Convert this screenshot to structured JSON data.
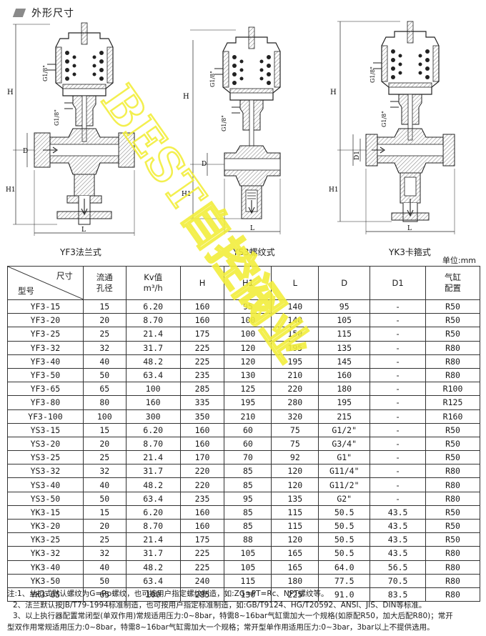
{
  "header": {
    "title": "外形尺寸"
  },
  "captions": [
    "YF3法兰式",
    "YS3螺纹式",
    "YK3卡箍式"
  ],
  "dim_labels": {
    "H": "H",
    "H1": "H1",
    "L": "L",
    "D": "D",
    "D1": "D1",
    "G": "G1/8\""
  },
  "unit": "单位:mm",
  "watermark": "BEST自控阀业",
  "table": {
    "header": {
      "corner_top": "尺寸",
      "corner_bottom": "型号",
      "bore": "流通\n孔径",
      "kv": "Kv值\nm³/h",
      "h": "H",
      "h1": "H1",
      "l": "L",
      "d": "D",
      "d1": "D1",
      "cyl": "气缸\n配置"
    },
    "rows": [
      [
        "YF3-15",
        "15",
        "6.20",
        "160",
        "95",
        "140",
        "95",
        "-",
        "R50"
      ],
      [
        "YF3-20",
        "20",
        "8.70",
        "160",
        "100",
        "140",
        "105",
        "-",
        "R50"
      ],
      [
        "YF3-25",
        "25",
        "21.4",
        "175",
        "100",
        "150",
        "115",
        "-",
        "R50"
      ],
      [
        "YF3-32",
        "32",
        "31.7",
        "225",
        "120",
        "195",
        "135",
        "-",
        "R80"
      ],
      [
        "YF3-40",
        "40",
        "48.2",
        "225",
        "120",
        "195",
        "145",
        "-",
        "R80"
      ],
      [
        "YF3-50",
        "50",
        "63.4",
        "235",
        "130",
        "210",
        "160",
        "-",
        "R80"
      ],
      [
        "YF3-65",
        "65",
        "100",
        "285",
        "125",
        "220",
        "180",
        "-",
        "R100"
      ],
      [
        "YF3-80",
        "80",
        "160",
        "335",
        "195",
        "280",
        "195",
        "-",
        "R125"
      ],
      [
        "YF3-100",
        "100",
        "300",
        "350",
        "210",
        "320",
        "215",
        "-",
        "R160"
      ],
      [
        "YS3-15",
        "15",
        "6.20",
        "160",
        "60",
        "75",
        "G1/2\"",
        "-",
        "R50"
      ],
      [
        "YS3-20",
        "20",
        "8.70",
        "160",
        "60",
        "75",
        "G3/4\"",
        "-",
        "R50"
      ],
      [
        "YS3-25",
        "25",
        "21.4",
        "170",
        "70",
        "92",
        "G1\"",
        "-",
        "R50"
      ],
      [
        "YS3-32",
        "32",
        "31.7",
        "220",
        "85",
        "120",
        "G11/4\"",
        "-",
        "R80"
      ],
      [
        "YS3-40",
        "40",
        "48.2",
        "220",
        "85",
        "120",
        "G11/2\"",
        "-",
        "R80"
      ],
      [
        "YS3-50",
        "50",
        "63.4",
        "235",
        "95",
        "135",
        "G2\"",
        "-",
        "R80"
      ],
      [
        "YK3-15",
        "15",
        "6.20",
        "160",
        "85",
        "115",
        "50.5",
        "43.5",
        "R50"
      ],
      [
        "YK3-20",
        "20",
        "8.70",
        "160",
        "85",
        "115",
        "50.5",
        "43.5",
        "R50"
      ],
      [
        "YK3-25",
        "25",
        "21.4",
        "175",
        "88",
        "120",
        "50.5",
        "43.5",
        "R50"
      ],
      [
        "YK3-32",
        "32",
        "31.7",
        "225",
        "105",
        "165",
        "50.5",
        "43.5",
        "R80"
      ],
      [
        "YK3-40",
        "40",
        "48.2",
        "225",
        "105",
        "165",
        "64.0",
        "56.5",
        "R80"
      ],
      [
        "YK3-50",
        "50",
        "63.4",
        "240",
        "115",
        "180",
        "77.5",
        "70.5",
        "R80"
      ],
      [
        "YK3-65",
        "65",
        "100",
        "285",
        "130",
        "225",
        "91.0",
        "83.5",
        "R80"
      ]
    ]
  },
  "notes": [
    "注:1、丝扣式默认螺纹为G=Rp螺纹，也可按用户指定螺纹制造，如:ZG=PT=Rc、NPT螺纹等。",
    "2、法兰默认按JB/T79-1994标准制造，也可按用户指定标准制造，如:GB/T9124、HG/T20592、ANSI、JIS、DIN等标准。",
    "3、以上执行器配置常闭型(单双作用)常规适用压力:0~8bar，特需8~16bar气缸需加大一个规格(如原配R50，加大后配R80)；常开",
    "型双作用常规适用压力:0~8bar，特需8~16bar气缸需加大一个规格；常开型单作用适用压力:0~3bar，3bar以上不提供选用。"
  ],
  "colors": {
    "hatch": "#9a9a9a",
    "line": "#222222",
    "watermark": "#f2ee3c"
  }
}
